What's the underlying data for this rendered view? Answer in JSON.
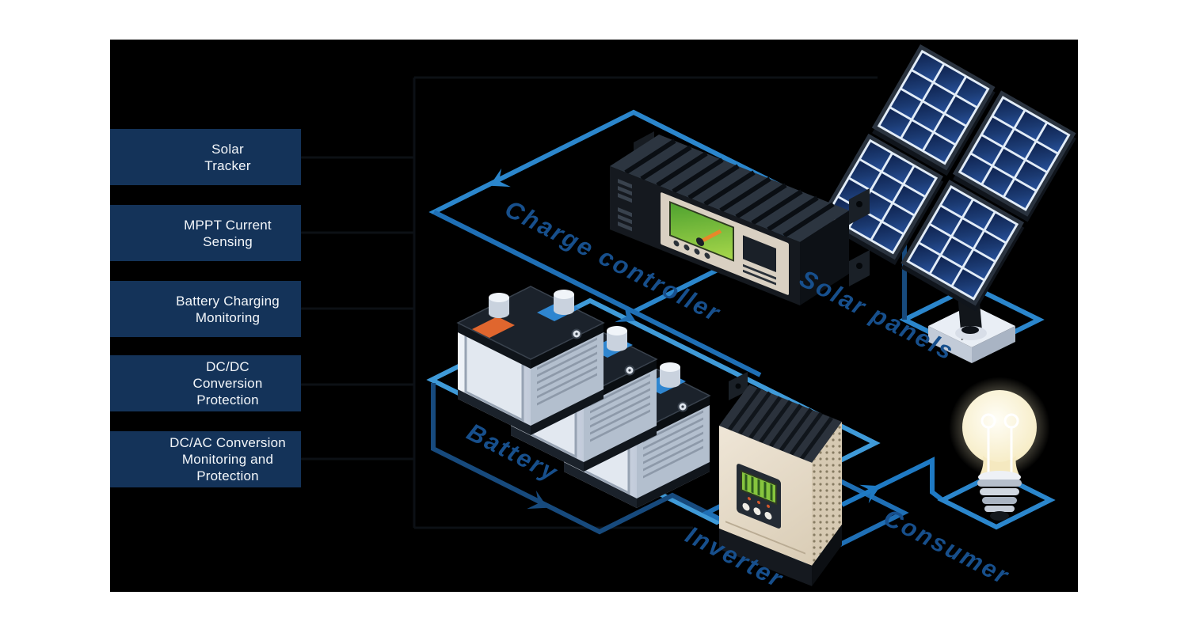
{
  "system_boxes": [
    {
      "label": "Solar\nTracker"
    },
    {
      "label": "MPPT Current\nSensing"
    },
    {
      "label": "Battery Charging\nMonitoring"
    },
    {
      "label": "DC/DC\nConversion\nProtection"
    },
    {
      "label": "DC/AC Conversion\nMonitoring and\nProtection"
    }
  ],
  "component_labels": {
    "charge_controller": "Charge controller",
    "solar_panels": "Solar panels",
    "battery": "Battery",
    "inverter": "Inverter",
    "consumer": "Consumer"
  },
  "icons": {
    "solar_panels": "solar-panel-array-icon",
    "charge_controller": "charge-controller-device-icon",
    "battery": "battery-bank-icon",
    "inverter": "inverter-tower-icon",
    "consumer": "light-bulb-icon"
  },
  "colors": {
    "box_navy": "#143359",
    "label_blue": "#174f8c",
    "wire_bright": "#2b86cc",
    "wire_light": "#3f9ad8",
    "wire_mid": "#1f6fb5",
    "wire_navy": "#174a7d",
    "artboard_black": "#000000",
    "page_white": "#ffffff"
  }
}
